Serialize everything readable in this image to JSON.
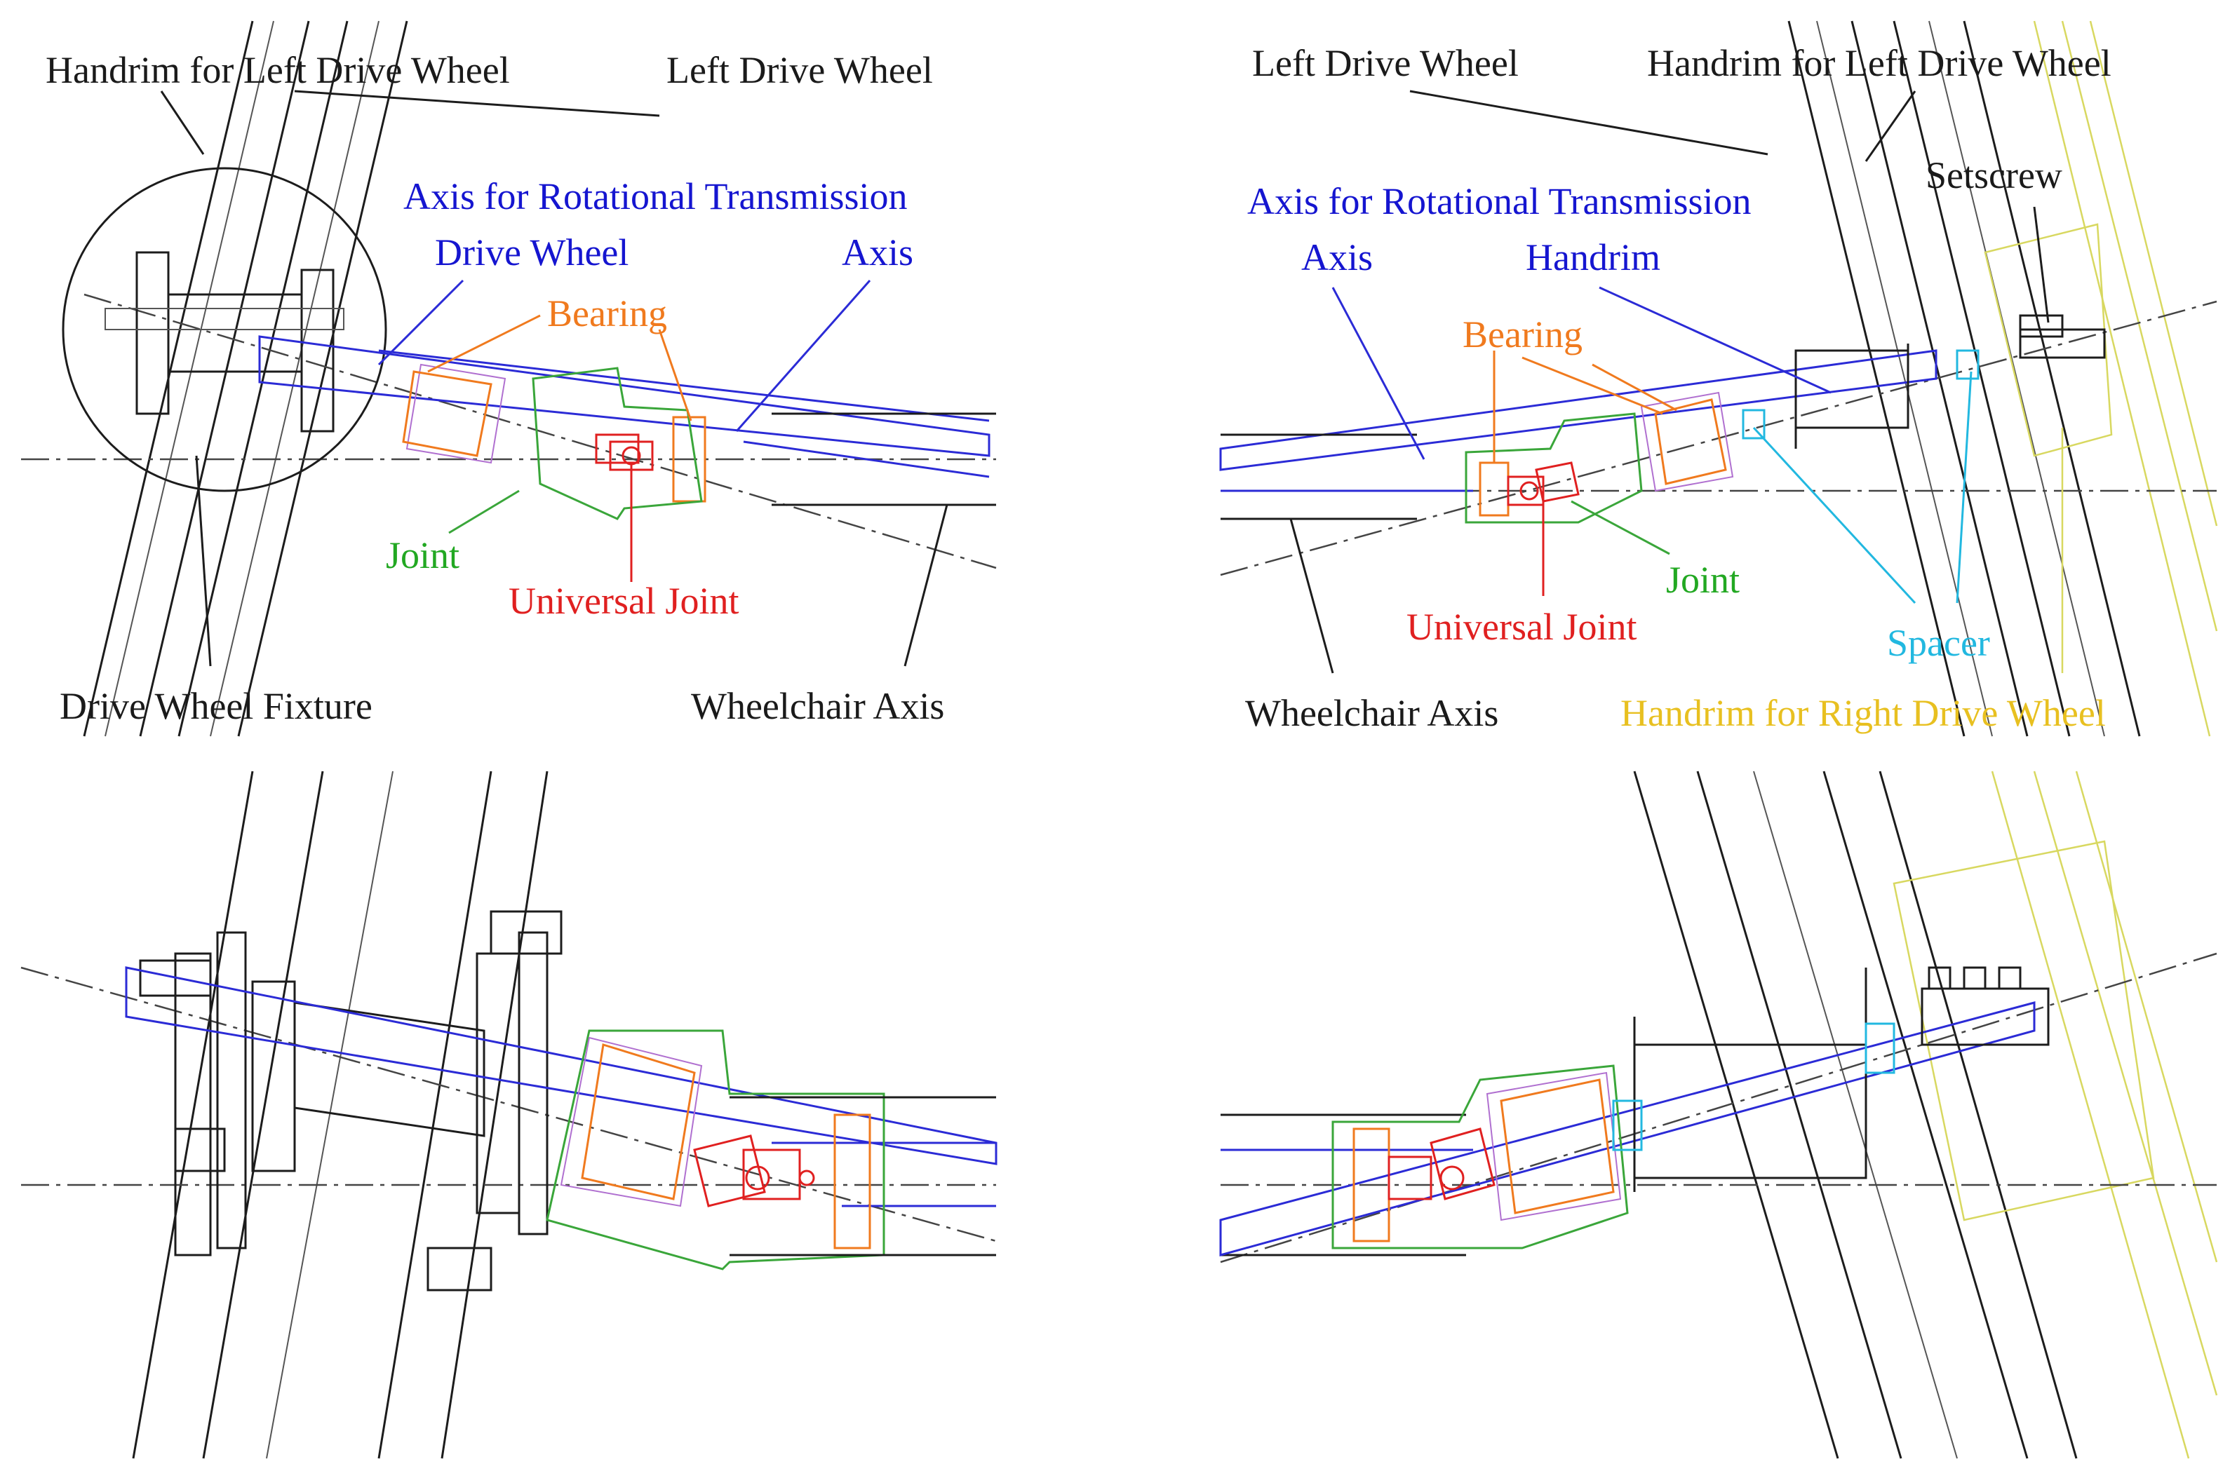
{
  "colors": {
    "black": "#1a1a1a",
    "blue": "#1515d0",
    "orange": "#f07a1e",
    "green": "#22a822",
    "red": "#e02020",
    "cyan": "#22b8e0",
    "yellow": "#e8c020"
  },
  "left_panel": {
    "handrim_left": "Handrim for Left Drive Wheel",
    "left_drive_wheel": "Left Drive Wheel",
    "axis_rotational_1": "Axis for Rotational Transmission",
    "drive_wheel": "Drive Wheel",
    "axis_2": "Axis",
    "bearing": "Bearing",
    "joint": "Joint",
    "universal_joint": "Universal Joint",
    "drive_wheel_fixture": "Drive Wheel Fixture",
    "wheelchair_axis": "Wheelchair Axis"
  },
  "right_panel": {
    "left_drive_wheel": "Left Drive Wheel",
    "handrim_left": "Handrim for Left Drive Wheel",
    "axis_rotational_1": "Axis for Rotational Transmission",
    "axis_2": "Axis",
    "handrim": "Handrim",
    "setscrew": "Setscrew",
    "bearing": "Bearing",
    "joint": "Joint",
    "universal_joint": "Universal Joint",
    "spacer": "Spacer",
    "wheelchair_axis": "Wheelchair Axis",
    "handrim_right": "Handrim for Right Drive Wheel"
  }
}
